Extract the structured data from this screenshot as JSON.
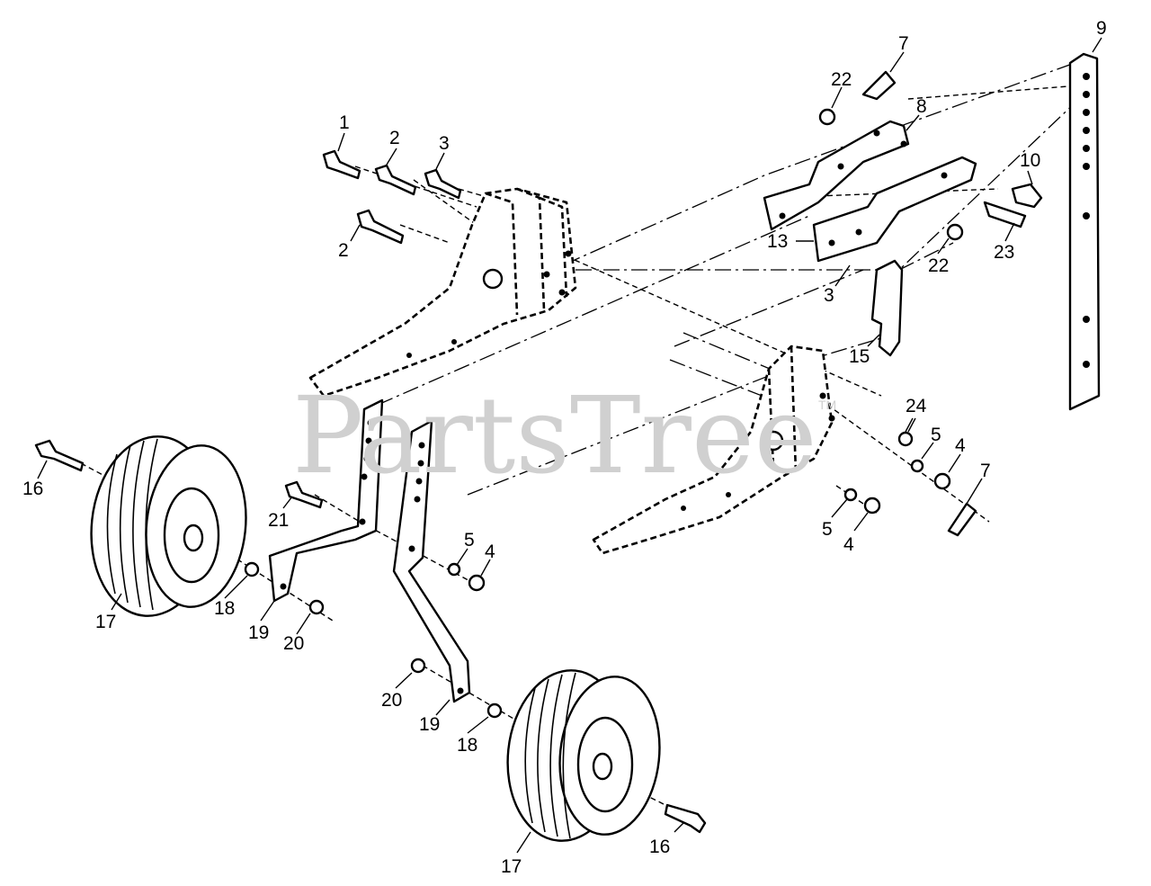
{
  "watermark": {
    "text": "PartsTree",
    "trademark": "TM"
  },
  "callouts": [
    {
      "id": "c1",
      "label": "1"
    },
    {
      "id": "c2a",
      "label": "2"
    },
    {
      "id": "c2b",
      "label": "2"
    },
    {
      "id": "c3a",
      "label": "3"
    },
    {
      "id": "c3b",
      "label": "3"
    },
    {
      "id": "c4a",
      "label": "4"
    },
    {
      "id": "c4b",
      "label": "4"
    },
    {
      "id": "c4c",
      "label": "4"
    },
    {
      "id": "c5a",
      "label": "5"
    },
    {
      "id": "c5b",
      "label": "5"
    },
    {
      "id": "c5c",
      "label": "5"
    },
    {
      "id": "c7a",
      "label": "7"
    },
    {
      "id": "c7b",
      "label": "7"
    },
    {
      "id": "c8",
      "label": "8"
    },
    {
      "id": "c9",
      "label": "9"
    },
    {
      "id": "c10",
      "label": "10"
    },
    {
      "id": "c13",
      "label": "13"
    },
    {
      "id": "c15",
      "label": "15"
    },
    {
      "id": "c16a",
      "label": "16"
    },
    {
      "id": "c16b",
      "label": "16"
    },
    {
      "id": "c17a",
      "label": "17"
    },
    {
      "id": "c17b",
      "label": "17"
    },
    {
      "id": "c18a",
      "label": "18"
    },
    {
      "id": "c18b",
      "label": "18"
    },
    {
      "id": "c19a",
      "label": "19"
    },
    {
      "id": "c19b",
      "label": "19"
    },
    {
      "id": "c20a",
      "label": "20"
    },
    {
      "id": "c20b",
      "label": "20"
    },
    {
      "id": "c21",
      "label": "21"
    },
    {
      "id": "c22a",
      "label": "22"
    },
    {
      "id": "c22b",
      "label": "22"
    },
    {
      "id": "c23",
      "label": "23"
    },
    {
      "id": "c24",
      "label": "24"
    }
  ]
}
